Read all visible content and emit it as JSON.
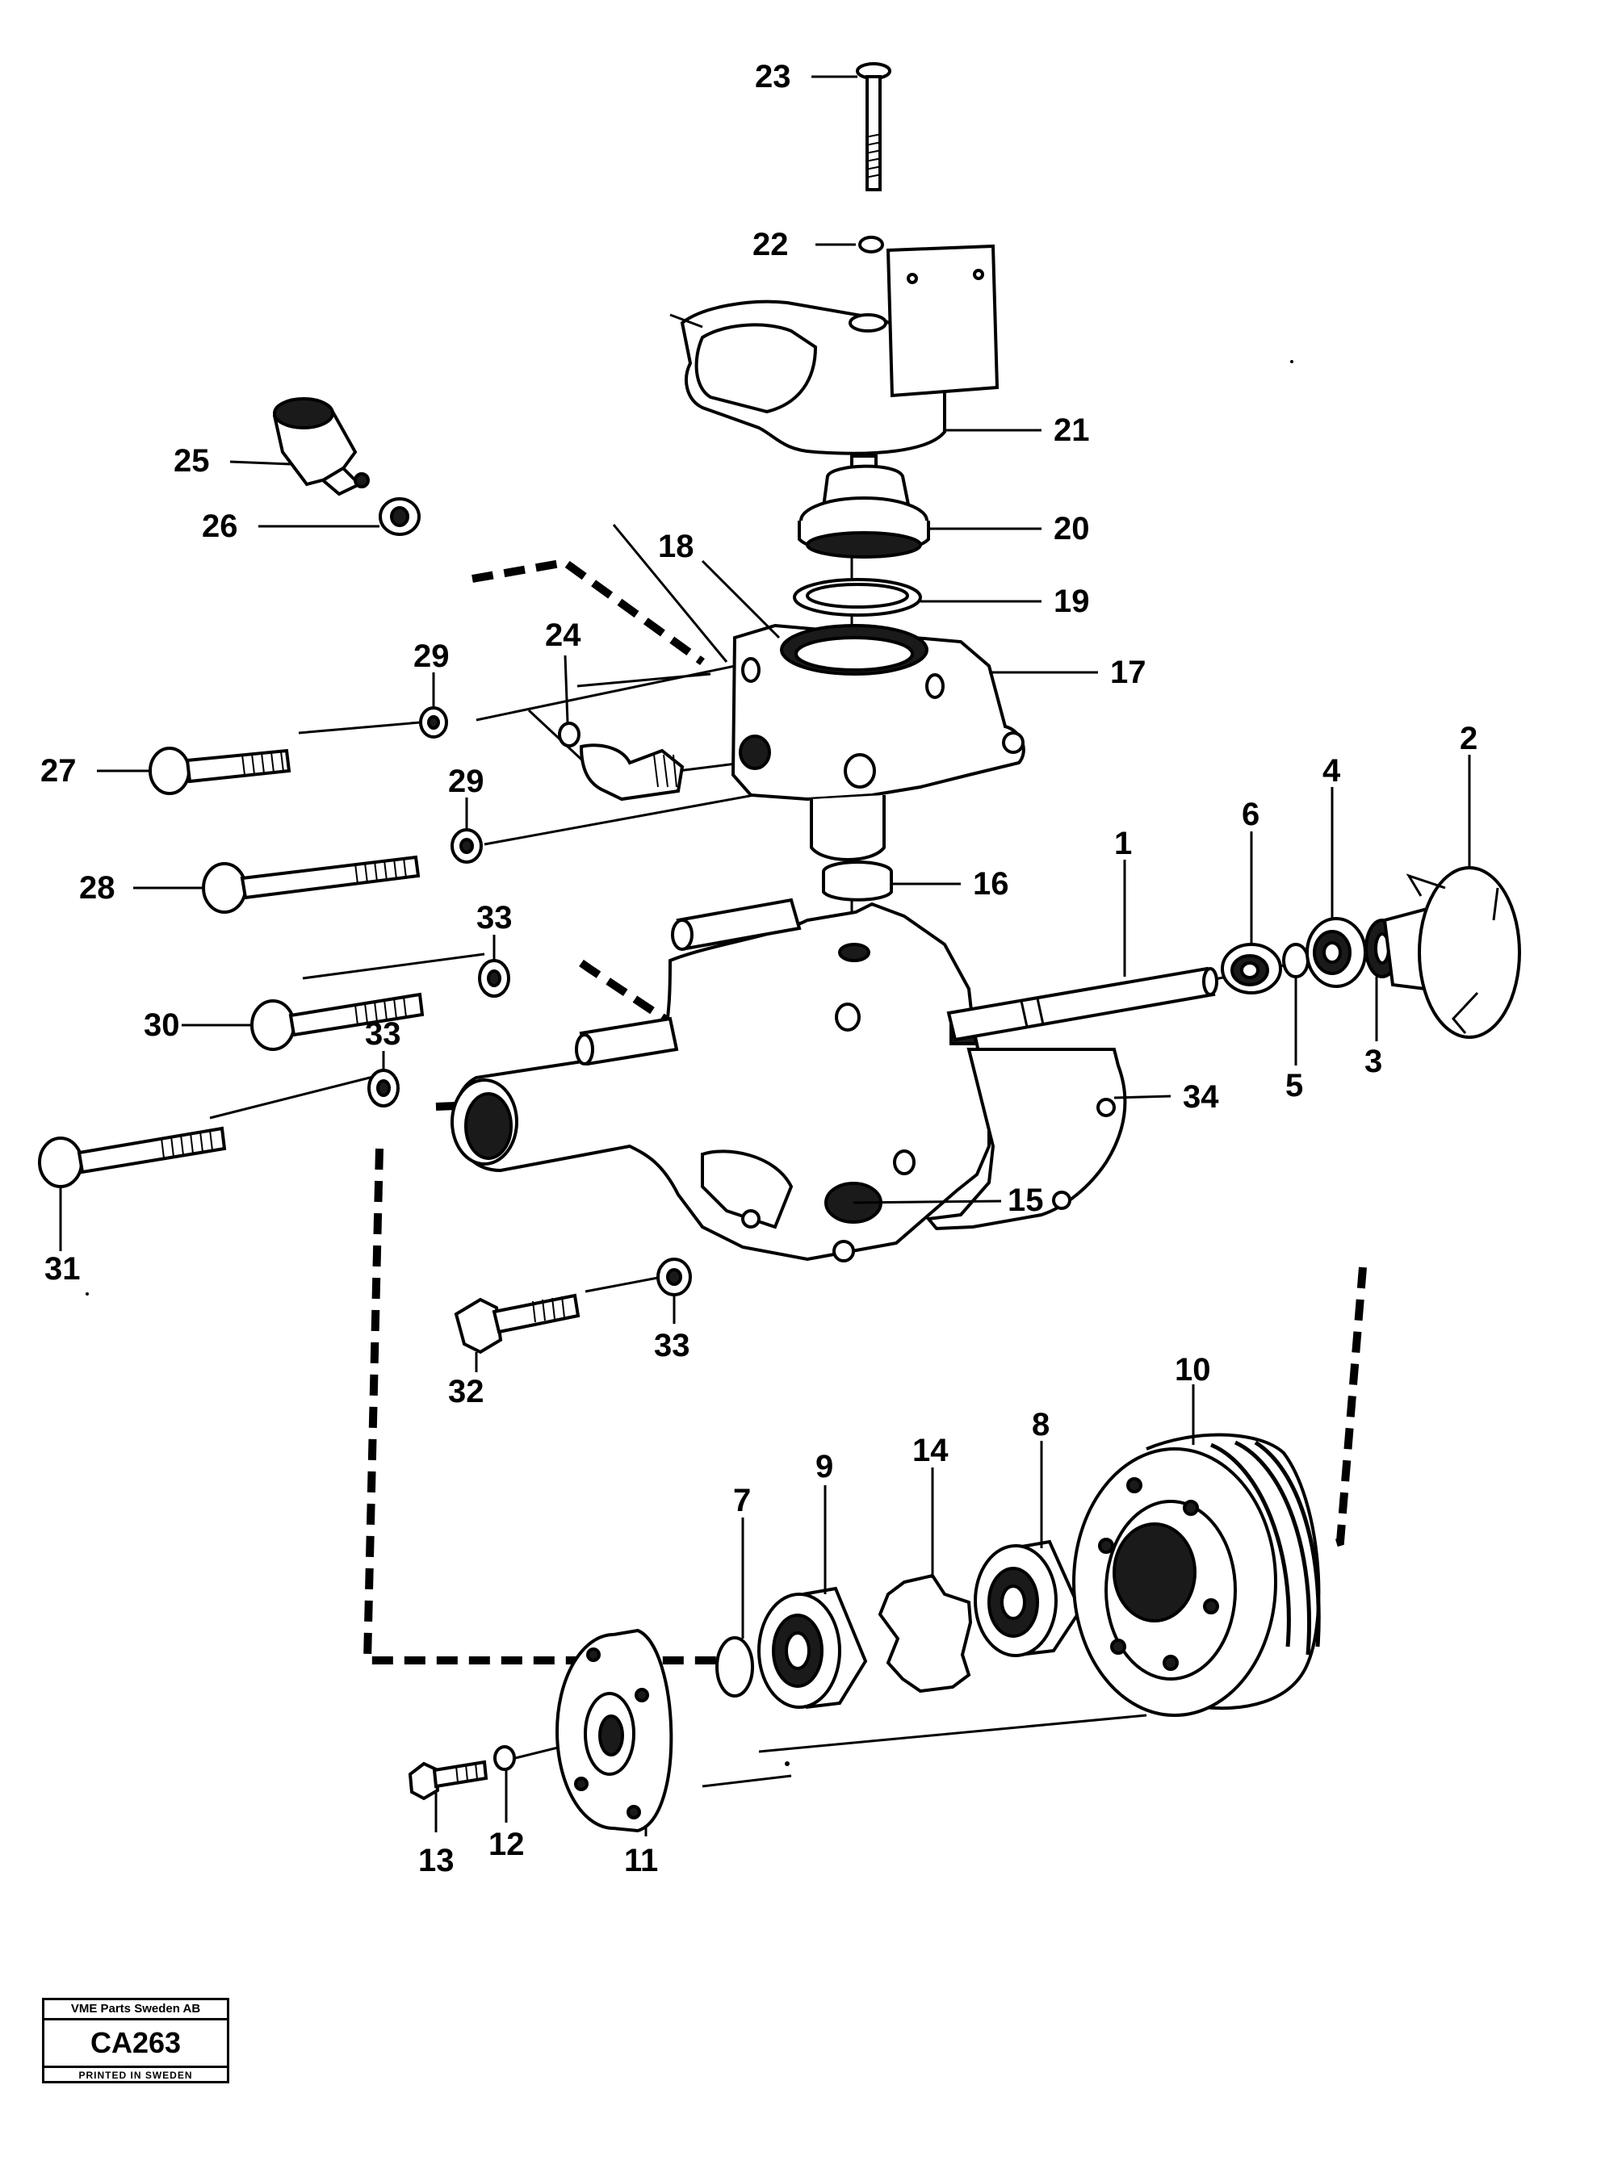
{
  "callouts": {
    "c1": "1",
    "c2": "2",
    "c3": "3",
    "c4": "4",
    "c5": "5",
    "c6": "6",
    "c7": "7",
    "c8": "8",
    "c9": "9",
    "c10": "10",
    "c11": "11",
    "c12": "12",
    "c13": "13",
    "c14": "14",
    "c15": "15",
    "c16": "16",
    "c17": "17",
    "c18": "18",
    "c19": "19",
    "c20": "20",
    "c21": "21",
    "c22": "22",
    "c23": "23",
    "c24": "24",
    "c25": "25",
    "c26": "26",
    "c27": "27",
    "c28": "28",
    "c29a": "29",
    "c29b": "29",
    "c30": "30",
    "c31": "31",
    "c32": "32",
    "c33a": "33",
    "c33b": "33",
    "c33c": "33",
    "c34": "34"
  },
  "stamp": {
    "company": "VME Parts Sweden AB",
    "code": "CA263",
    "printed": "PRINTED IN SWEDEN"
  }
}
